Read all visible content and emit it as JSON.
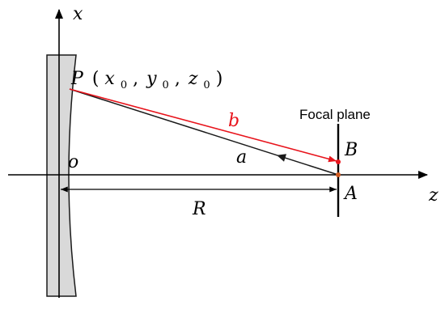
{
  "labels": {
    "axis_x": "x",
    "axis_z": "z",
    "origin": "o",
    "point_p": "P",
    "coord_open": "(",
    "coord_x": "x",
    "coord_y": "y",
    "coord_z": "z",
    "coord_sub": "0",
    "comma": ",",
    "coord_close": ")",
    "ray_b": "b",
    "ray_a": "a",
    "point_b": "B",
    "point_a": "A",
    "distance_r": "R",
    "focal_plane": "Focal plane"
  },
  "colors": {
    "ray_b": "#e8141c",
    "ray_a": "#1a1a1a",
    "mirror_fill": "#d9d9d9",
    "axes": "#000000",
    "point_b": "#e8141c",
    "point_a": "#d05a20"
  }
}
